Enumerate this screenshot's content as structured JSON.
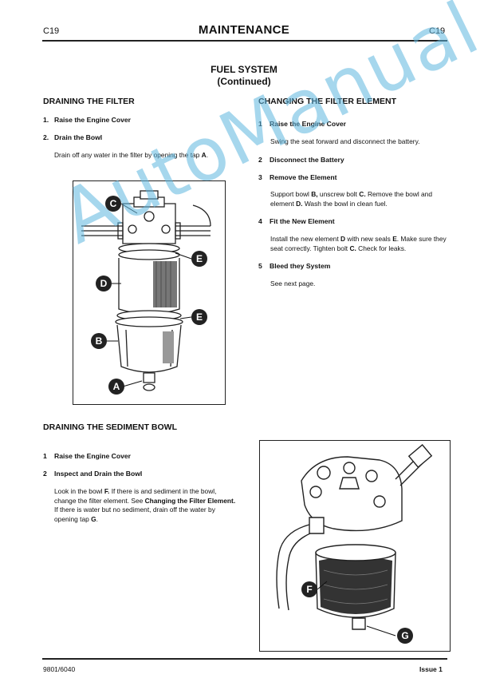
{
  "header": {
    "section_left": "C19",
    "title": "MAINTENANCE",
    "section_right": "C19"
  },
  "section": {
    "title_line1": "FUEL SYSTEM",
    "title_line2": "(Continued)"
  },
  "left": {
    "heading": "DRAINING THE FILTER",
    "step1": {
      "num": "1.",
      "text": "Raise the Engine Cover"
    },
    "step2": {
      "num": "2.",
      "text": "Drain the Bowl"
    },
    "para_pre": "Drain off any water in the filter by opening the tap ",
    "para_bold": "A",
    "para_post": "."
  },
  "figure1": {
    "labels": [
      "C",
      "E",
      "D",
      "E",
      "B",
      "A"
    ]
  },
  "right": {
    "heading": "CHANGING THE FILTER ELEMENT",
    "s1": {
      "num": "1",
      "title": "Raise the Engine Cover",
      "text": "Swing the seat forward and disconnect the battery."
    },
    "s2": {
      "num": "2",
      "title": "Disconnect the Battery"
    },
    "s3": {
      "num": "3",
      "title": "Remove the Element",
      "t1": "Support bowl ",
      "b1": "B,",
      "t2": " unscrew bolt  ",
      "b2": "C.",
      "t3": " Remove the bowl and element ",
      "b3": "D.",
      "t4": " Wash the bowl in clean fuel."
    },
    "s4": {
      "num": "4",
      "title": "Fit the New Element",
      "t1": "Install the new element ",
      "b1": "D",
      "t2": " with new seals ",
      "b2": "E",
      "t3": ". Make sure they seat correctly. Tighten bolt ",
      "b3": "C.",
      "t4": " Check for leaks."
    },
    "s5": {
      "num": "5",
      "title": "Bleed they System",
      "text": "See next page."
    }
  },
  "bottom": {
    "heading": "DRAINING THE SEDIMENT BOWL",
    "s1": {
      "num": "1",
      "text": "Raise the Engine Cover"
    },
    "s2": {
      "num": "2",
      "text": "Inspect and Drain the Bowl"
    },
    "p_t1": "Look in the bowl ",
    "p_b1": "F.",
    "p_t2": " If there is and sediment in the bowl, change the filter element.  See ",
    "p_b2": "Changing the Filter Element.",
    "p_t3": " If there is water but no sediment, drain off the water by opening tap ",
    "p_b3": "G",
    "p_t4": "."
  },
  "figure2": {
    "labels": [
      "F",
      "G"
    ]
  },
  "watermark": "AutoManual",
  "footer": {
    "left": "9801/6040",
    "right": "Issue 1"
  }
}
